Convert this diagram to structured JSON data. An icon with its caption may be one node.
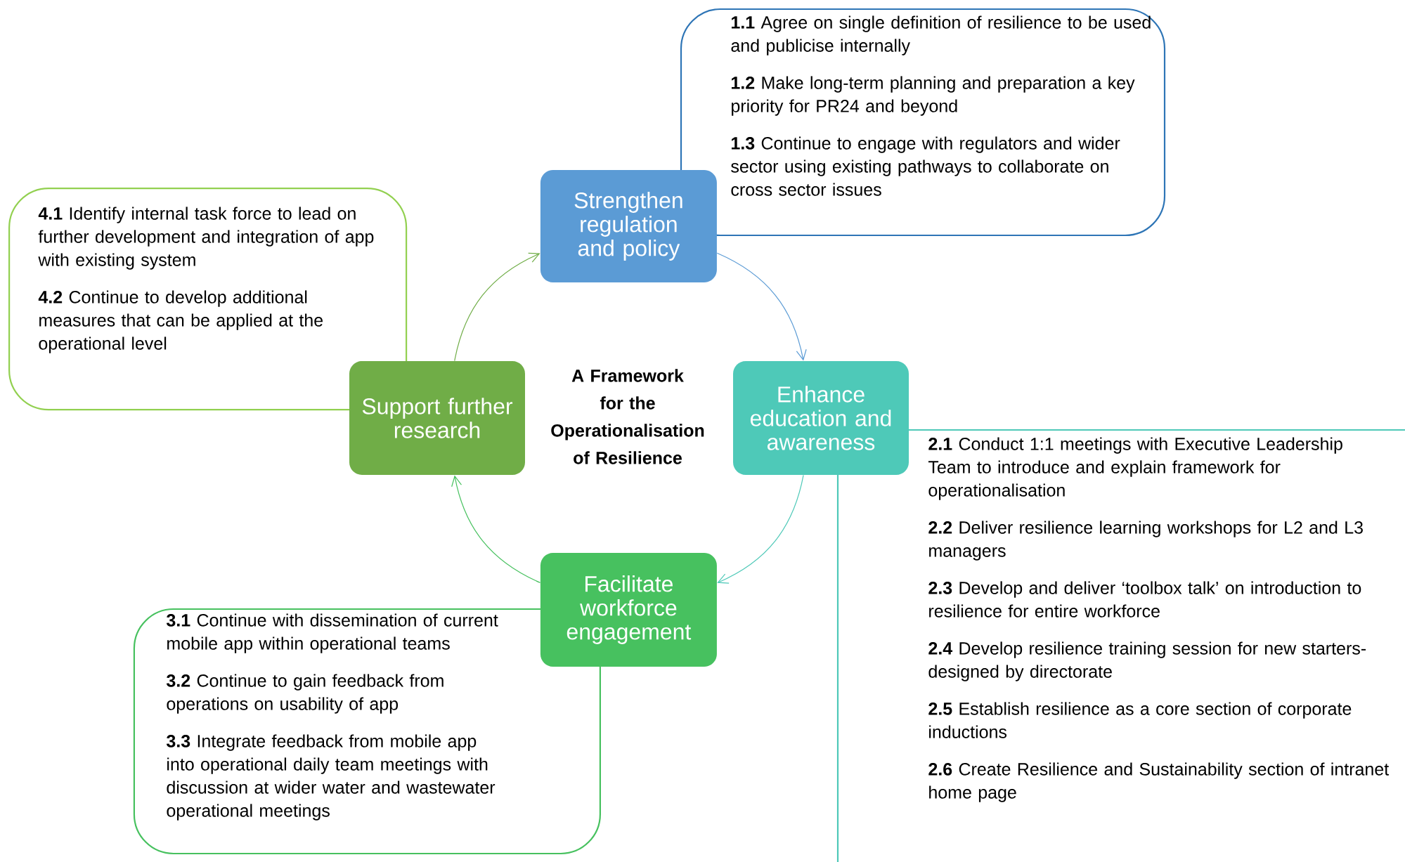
{
  "diagram": {
    "nodes": [
      {
        "text": [
          "Strengthen regulation and policy"
        ]
      },
      {
        "text": [
          "Enhance education and awareness"
        ]
      },
      {
        "text": [
          "Facilitate workforce engagement"
        ]
      },
      {
        "text": [
          "Support further research"
        ]
      },
      {
        "text": [
          "**1.1** Agree on single definition of resilience to be used and publicise internally",
          "**1.2** Make long-term planning and preparation a key priority for PR24 and beyond",
          "**1.3** Continue to engage with regulators and wider sector using existing pathways to collaborate on cross sector issues"
        ]
      },
      {
        "text": [
          "**2.1** Conduct 1:1 meetings with Executive Leadership Team to introduce and explain framework for operationalisation",
          "**2.2** Deliver resilience learning workshops for L2 and L3 managers",
          "**2.3** Develop and deliver ‘toolbox talk’ on introduction to resilience for entire workforce",
          "**2.4** Develop resilience training session for new starters-designed by directorate",
          "**2.5** Establish resilience as a core section of corporate inductions",
          "**2.6** Create Resilience and Sustainability section of intranet home page"
        ]
      },
      {
        "text": [
          "**3.1** Continue with dissemination of current mobile app within operational teams",
          "**3.2** Continue to gain feedback from operations on usability of app",
          "**3.3** Integrate feedback from mobile app into operational daily team meetings with discussion at wider water and wastewater operational meetings"
        ]
      },
      {
        "text": [
          "**4.1** Identify internal task force to lead on further development and integration of app with existing system",
          "**4.2** Continue to develop additional measures that can be applied at the operational level"
        ]
      }
    ],
    "edges": [
      {
        "from": 0,
        "to": 1,
        "arrow": "to",
        "color": "#5b9bd5"
      },
      {
        "from": 1,
        "to": 2,
        "arrow": "to",
        "color": "#4ec9b8"
      },
      {
        "from": 2,
        "to": 3,
        "arrow": "to",
        "color": "#47c15f"
      },
      {
        "from": 3,
        "to": 0,
        "arrow": "to",
        "color": "#70ad47"
      }
    ],
    "labels": [
      "A Framework for the Operationalisation of Resilience"
    ]
  }
}
